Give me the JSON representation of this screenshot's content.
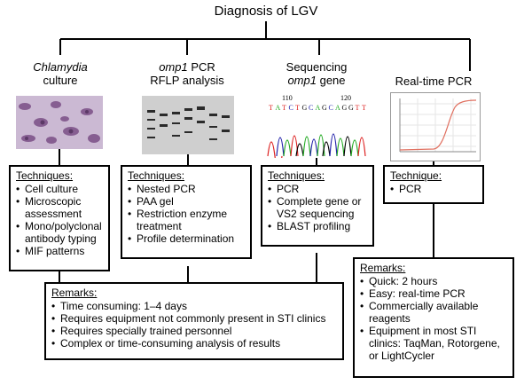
{
  "title": "Diagnosis of LGV",
  "columns": [
    {
      "title_italic": "Chlamydia",
      "title_rest": "culture"
    },
    {
      "title_line1_italic": "omp1",
      "title_line1_rest": " PCR",
      "title_line2": "RFLP analysis"
    },
    {
      "title_line1": "Sequencing",
      "title_line2_italic": "omp1",
      "title_line2_rest": " gene"
    },
    {
      "title": "Real-time PCR"
    }
  ],
  "seq_numbers": [
    "110",
    "120"
  ],
  "seq_letters": "TATCTGCAGCAGGTT",
  "boxes": {
    "culture": {
      "header": "Techniques:",
      "items": [
        "Cell culture",
        "Microscopic assessment",
        "Mono/polyclonal antibody typing",
        "MIF patterns"
      ]
    },
    "rflp": {
      "header": "Techniques:",
      "items": [
        "Nested PCR",
        "PAA gel",
        "Restriction enzyme treatment",
        "Profile determination"
      ]
    },
    "seq": {
      "header": "Techniques:",
      "items": [
        "PCR",
        "Complete gene or VS2 sequencing",
        "BLAST profiling"
      ]
    },
    "rt": {
      "header": "Technique:",
      "items": [
        "PCR"
      ]
    },
    "remarks_left": {
      "header": "Remarks:",
      "items": [
        "Time consuming: 1–4 days",
        "Requires equipment not commonly present in STI clinics",
        "Requires specially trained personnel",
        "Complex or time-consuming analysis of results"
      ]
    },
    "remarks_right": {
      "header": "Remarks:",
      "items": [
        "Quick: 2 hours",
        "Easy: real-time PCR",
        "Commercially available reagents",
        "Equipment in most STI clinics: TaqMan, Rotorgene, or LightCycler"
      ]
    }
  }
}
